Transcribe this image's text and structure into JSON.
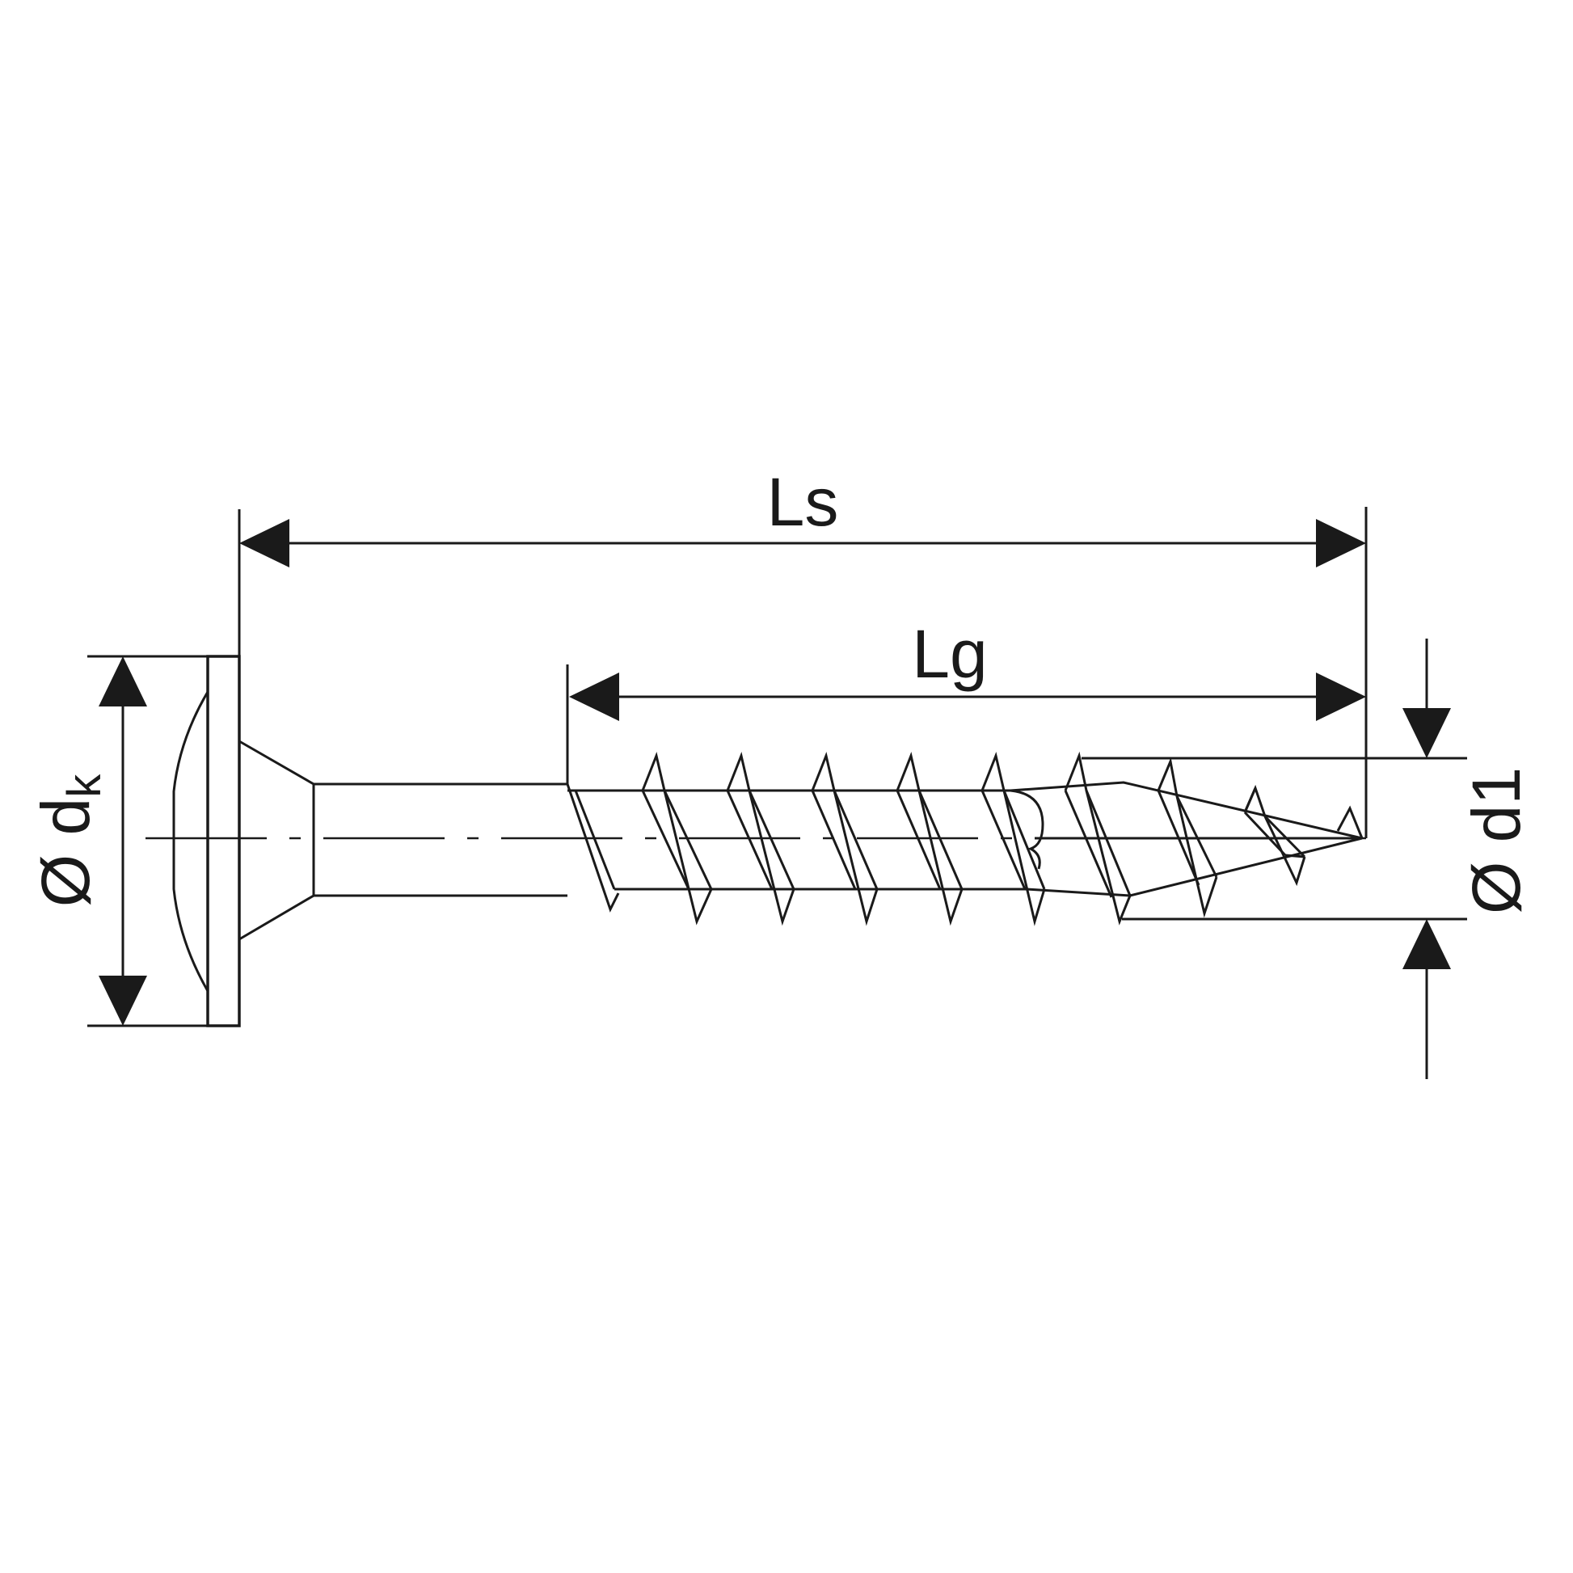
{
  "labels": {
    "ls": "Ls",
    "lg": "Lg",
    "dk_symbol": "Ø d",
    "dk_sub": "k",
    "d1": "Ø d1"
  },
  "colors": {
    "line": "#1a1a1a",
    "background": "#ffffff"
  }
}
